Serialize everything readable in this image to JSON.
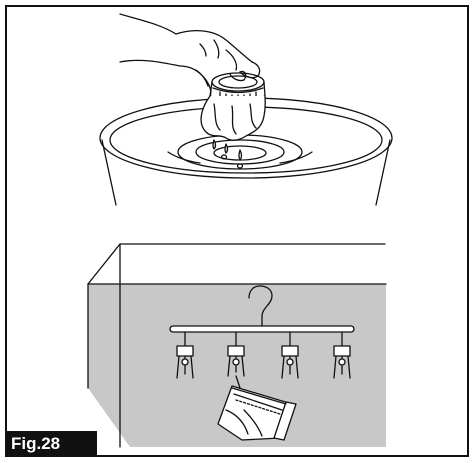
{
  "figure": {
    "label": "Fig.28"
  },
  "colors": {
    "line": "#111111",
    "shadow_gray": "#c8c8c8",
    "background": "#ffffff",
    "label_bg": "#111111",
    "label_text": "#ffffff"
  },
  "scenes": [
    {
      "name": "wash-in-basin",
      "description_icons": [
        "hand",
        "filter-cartridge",
        "basin-of-water",
        "water-ripples",
        "drips"
      ]
    },
    {
      "name": "hang-to-dry",
      "description_icons": [
        "shelf-ledge",
        "clothes-hanger",
        "clothespin-clips",
        "filter-cartridge"
      ]
    }
  ]
}
